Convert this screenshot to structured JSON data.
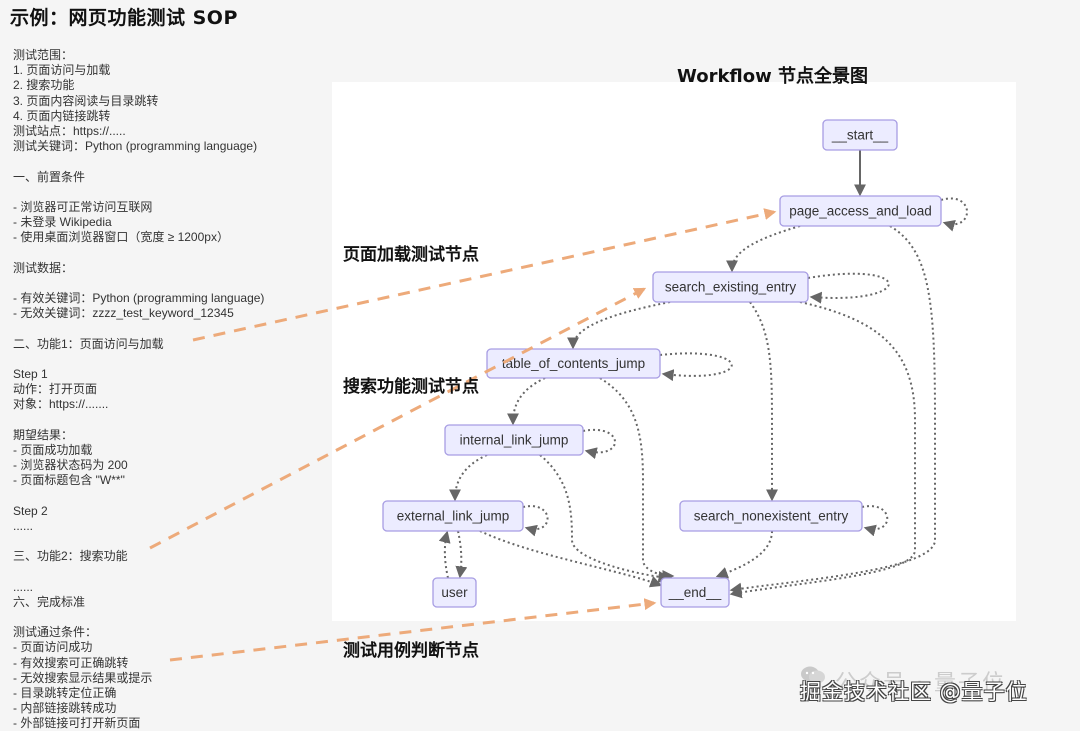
{
  "title": "示例：网页功能测试 SOP",
  "sop_lines": [
    "测试范围：",
    "1. 页面访问与加载",
    "2. 搜索功能",
    "3. 页面内容阅读与目录跳转",
    "4. 页面内链接跳转",
    "测试站点：https://.....",
    "测试关键词：Python (programming language)",
    "",
    "一、前置条件",
    "",
    "- 浏览器可正常访问互联网",
    "- 未登录 Wikipedia",
    "- 使用桌面浏览器窗口（宽度 ≥ 1200px）",
    "",
    "测试数据：",
    "",
    "- 有效关键词：Python (programming language)",
    "- 无效关键词：zzzz_test_keyword_12345",
    "",
    "二、功能1：页面访问与加载",
    "",
    "Step 1",
    "动作：打开页面",
    "对象：https://.......",
    "",
    "期望结果：",
    "- 页面成功加载",
    "- 浏览器状态码为 200",
    "- 页面标题包含 \"W**\"",
    "",
    "Step 2",
    "......",
    "",
    "三、功能2：搜索功能",
    "",
    "......",
    "六、完成标准",
    "",
    "测试通过条件：",
    "- 页面访问成功",
    "- 有效搜索可正确跳转",
    "- 无效搜索显示结果或提示",
    "- 目录跳转定位正确",
    "- 内部链接跳转成功",
    "- 外部链接可打开新页面"
  ],
  "workflow_title": "Workflow 节点全景图",
  "callouts": {
    "page_load": "页面加载测试节点",
    "search": "搜索功能测试节点",
    "judge": "测试用例判断节点"
  },
  "nodes": {
    "start": "__start__",
    "page_access_and_load": "page_access_and_load",
    "search_existing_entry": "search_existing_entry",
    "table_of_contents_jump": "table_of_contents_jump",
    "internal_link_jump": "internal_link_jump",
    "external_link_jump": "external_link_jump",
    "search_nonexistent_entry": "search_nonexistent_entry",
    "user": "user",
    "end": "__end__"
  },
  "edges": [
    {
      "from": "__start__",
      "to": "page_access_and_load",
      "style": "solid"
    },
    {
      "from": "page_access_and_load",
      "to": "page_access_and_load",
      "style": "dotted"
    },
    {
      "from": "page_access_and_load",
      "to": "search_existing_entry",
      "style": "dotted"
    },
    {
      "from": "page_access_and_load",
      "to": "__end__",
      "style": "dotted"
    },
    {
      "from": "search_existing_entry",
      "to": "search_existing_entry",
      "style": "dotted"
    },
    {
      "from": "search_existing_entry",
      "to": "table_of_contents_jump",
      "style": "dotted"
    },
    {
      "from": "search_existing_entry",
      "to": "search_nonexistent_entry",
      "style": "dotted"
    },
    {
      "from": "search_existing_entry",
      "to": "__end__",
      "style": "dotted"
    },
    {
      "from": "table_of_contents_jump",
      "to": "table_of_contents_jump",
      "style": "dotted"
    },
    {
      "from": "table_of_contents_jump",
      "to": "internal_link_jump",
      "style": "dotted"
    },
    {
      "from": "table_of_contents_jump",
      "to": "__end__",
      "style": "dotted"
    },
    {
      "from": "internal_link_jump",
      "to": "internal_link_jump",
      "style": "dotted"
    },
    {
      "from": "internal_link_jump",
      "to": "external_link_jump",
      "style": "dotted"
    },
    {
      "from": "internal_link_jump",
      "to": "__end__",
      "style": "dotted"
    },
    {
      "from": "external_link_jump",
      "to": "external_link_jump",
      "style": "dotted"
    },
    {
      "from": "external_link_jump",
      "to": "user",
      "style": "dotted"
    },
    {
      "from": "user",
      "to": "external_link_jump",
      "style": "dotted"
    },
    {
      "from": "external_link_jump",
      "to": "__end__",
      "style": "dotted"
    },
    {
      "from": "search_nonexistent_entry",
      "to": "search_nonexistent_entry",
      "style": "dotted"
    },
    {
      "from": "search_nonexistent_entry",
      "to": "__end__",
      "style": "dotted"
    }
  ],
  "annotation_links": [
    {
      "from_text": "二、功能1：页面访问与加载",
      "to_node": "page_access_and_load"
    },
    {
      "from_text": "三、功能2：搜索功能",
      "to_node": "search_existing_entry"
    },
    {
      "from_text": "测试通过条件",
      "to_node": "__end__"
    }
  ],
  "colors": {
    "node_fill": "#ECECFF",
    "node_border": "#A79DE3",
    "edge": "#666666",
    "annotation": "#EDAA7A"
  },
  "watermark": {
    "back": "公众号 · 量子位",
    "front": "掘金技术社区 @量子位"
  }
}
